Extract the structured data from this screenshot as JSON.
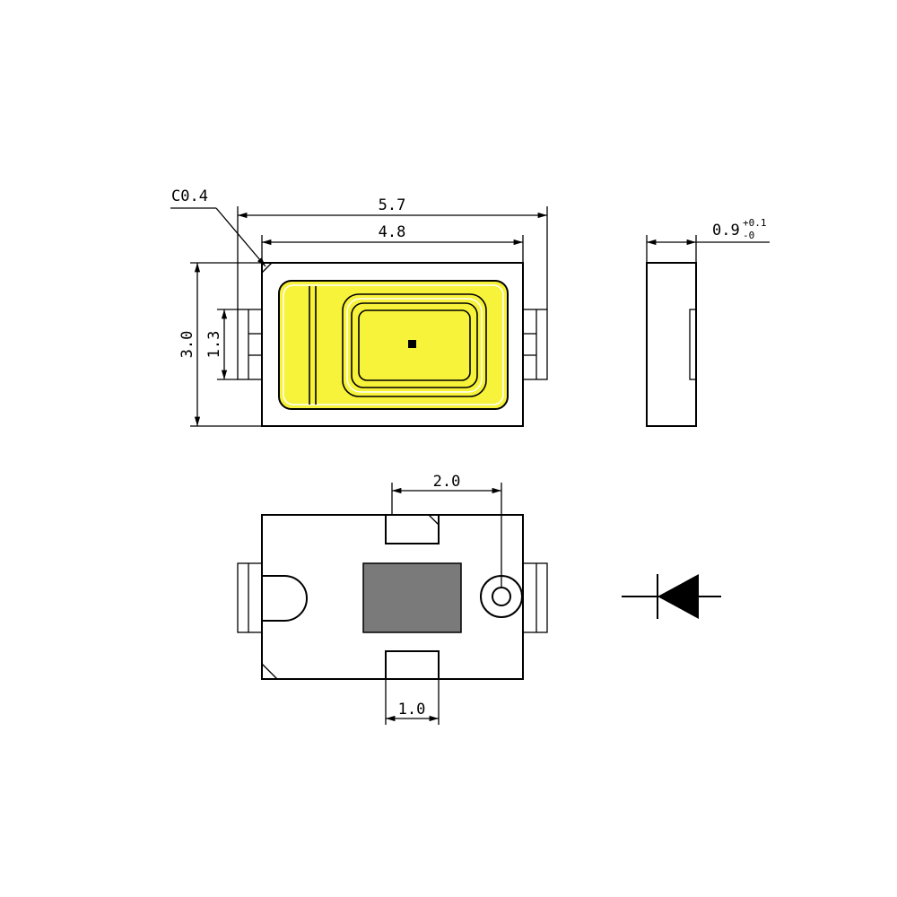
{
  "labels": {
    "corner_chamfer": "C0.4",
    "length_overall": "5.7",
    "length_body": "4.8",
    "width_overall": "3.0",
    "pad_width": "1.3",
    "thickness_value": "0.9",
    "thickness_tol_plus": "+0.1",
    "thickness_tol_minus": "-0",
    "pitch_bottom": "2.0",
    "pad_size_bottom": "1.0"
  },
  "colors": {
    "lens_fill": "#f7f23a",
    "thermal_pad": "#7a7a7a",
    "line": "#000000"
  },
  "symbols": {
    "schematic": "diode-symbol"
  }
}
